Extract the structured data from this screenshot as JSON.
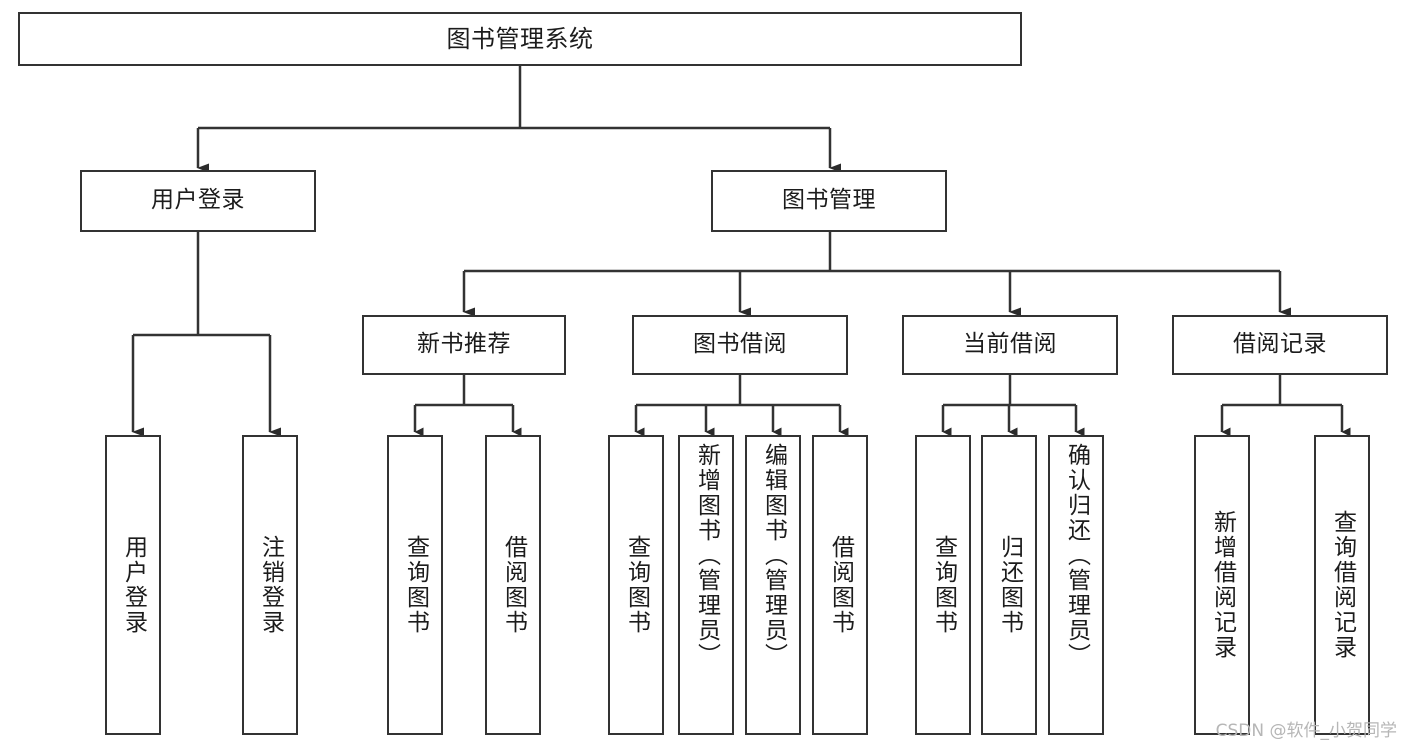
{
  "diagram": {
    "type": "hierarchy-tree",
    "title": "图书管理系统",
    "background_color": "#ffffff",
    "box_border_color": "#333333",
    "text_color": "#1c1c1c",
    "connector_color": "#333333",
    "levels": 4,
    "root": {
      "label": "图书管理系统"
    },
    "level2": [
      {
        "label": "用户登录"
      },
      {
        "label": "图书管理"
      }
    ],
    "level3": [
      {
        "label": "新书推荐"
      },
      {
        "label": "图书借阅"
      },
      {
        "label": "当前借阅"
      },
      {
        "label": "借阅记录"
      }
    ],
    "leaves": {
      "user_login": [
        {
          "label": "用户登录"
        },
        {
          "label": "注销登录"
        }
      ],
      "new_book_recommend": [
        {
          "label": "查询图书"
        },
        {
          "label": "借阅图书"
        }
      ],
      "book_borrow": [
        {
          "label": "查询图书"
        },
        {
          "label": "新增图书（管理员）"
        },
        {
          "label": "编辑图书（管理员）"
        },
        {
          "label": "借阅图书"
        }
      ],
      "current_borrow": [
        {
          "label": "查询图书"
        },
        {
          "label": "归还图书"
        },
        {
          "label": "确认归还（管理员）"
        }
      ],
      "borrow_records": [
        {
          "label": "新增借阅记录"
        },
        {
          "label": "查询借阅记录"
        }
      ]
    }
  },
  "watermark": {
    "text": "CSDN @软件_小贺同学"
  }
}
